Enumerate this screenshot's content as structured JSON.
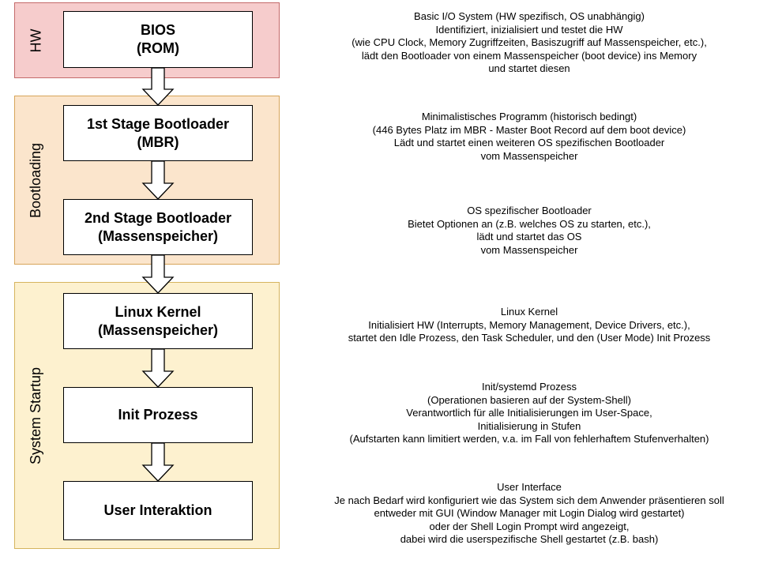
{
  "groups": {
    "hw": "HW",
    "boot": "Bootloading",
    "sys": "System Startup"
  },
  "stages": [
    {
      "line1": "BIOS",
      "line2": "(ROM)"
    },
    {
      "line1": "1st Stage Bootloader",
      "line2": "(MBR)"
    },
    {
      "line1": "2nd Stage Bootloader",
      "line2": "(Massenspeicher)"
    },
    {
      "line1": "Linux Kernel",
      "line2": "(Massenspeicher)"
    },
    {
      "line1": "Init Prozess",
      "line2": ""
    },
    {
      "line1": "User Interaktion",
      "line2": ""
    }
  ],
  "descriptions": [
    [
      "Basic I/O System (HW spezifisch, OS unabhängig)",
      "Identifiziert, inizialisiert und testet die HW",
      "(wie CPU Clock, Memory Zugriffzeiten, Basiszugriff auf Massenspeicher, etc.),",
      "lädt den Bootloader von einem Massenspeicher (boot device) ins Memory",
      "und startet diesen"
    ],
    [
      "Minimalistisches Programm (historisch bedingt)",
      "(446 Bytes Platz im MBR - Master Boot Record auf dem boot device)",
      "Lädt und startet einen weiteren OS spezifischen Bootloader",
      "vom Massenspeicher"
    ],
    [
      "OS spezifischer Bootloader",
      "Bietet Optionen an (z.B. welches OS zu starten, etc.),",
      "lädt und startet das OS",
      "vom Massenspeicher"
    ],
    [
      "Linux Kernel",
      "Initialisiert HW (Interrupts, Memory Management, Device Drivers, etc.),",
      "startet den Idle Prozess, den Task Scheduler, und den (User Mode) Init Prozess"
    ],
    [
      "Init/systemd Prozess",
      "(Operationen basieren auf der System-Shell)",
      "Verantwortlich für alle Initialisierungen im User-Space,",
      "Initialisierung in Stufen",
      "(Aufstarten kann limitiert werden, v.a. im Fall von fehlerhaftem Stufenverhalten)"
    ],
    [
      "User Interface",
      "Je nach Bedarf wird konfiguriert wie das System sich dem Anwender präsentieren soll",
      "entweder mit GUI (Window Manager mit Login Dialog wird gestartet)",
      "oder der Shell Login Prompt wird angezeigt,",
      "dabei wird die userspezifische Shell gestartet (z.B. bash)"
    ]
  ]
}
